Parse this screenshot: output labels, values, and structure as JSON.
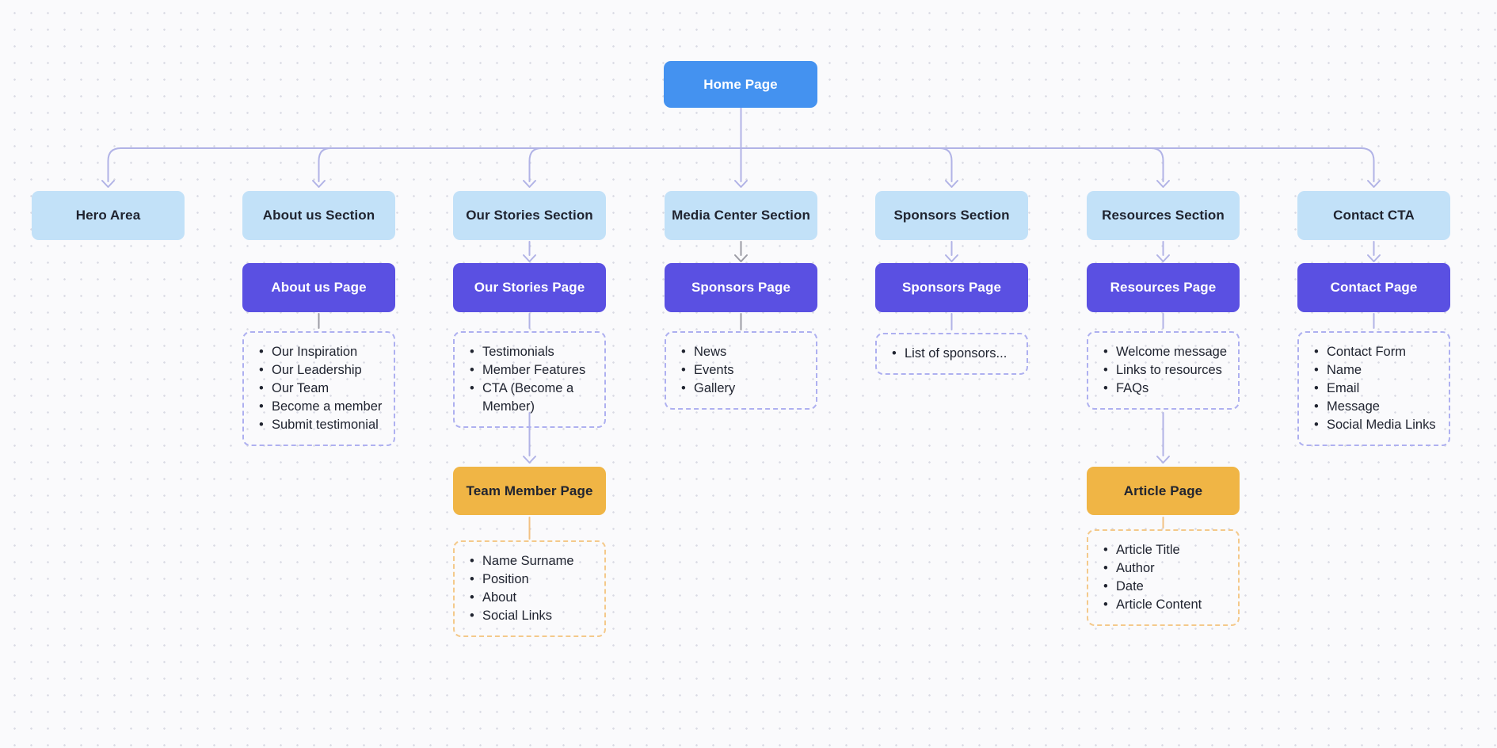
{
  "diagram": {
    "type": "sitemap-flowchart",
    "root": {
      "label": "Home Page"
    },
    "columns": [
      {
        "id": "hero",
        "section": "Hero Area"
      },
      {
        "id": "about",
        "section": "About us Section",
        "page": "About us Page",
        "page_items": [
          "Our Inspiration",
          "Our Leadership",
          "Our Team",
          "Become a member",
          "Submit testimonial"
        ]
      },
      {
        "id": "stories",
        "section": "Our Stories Section",
        "page": "Our Stories Page",
        "page_items": [
          "Testimonials",
          "Member Features",
          "CTA (Become a Member)"
        ],
        "subpage": "Team Member Page",
        "subpage_items": [
          "Name Surname",
          "Position",
          "About",
          "Social Links"
        ]
      },
      {
        "id": "media",
        "section": "Media Center Section",
        "page": "Sponsors Page",
        "page_items": [
          "News",
          "Events",
          "Gallery"
        ]
      },
      {
        "id": "sponsors",
        "section": "Sponsors Section",
        "page": "Sponsors Page",
        "page_items": [
          "List of sponsors..."
        ]
      },
      {
        "id": "resources",
        "section": "Resources Section",
        "page": "Resources Page",
        "page_items": [
          "Welcome message",
          "Links to resources",
          "FAQs"
        ],
        "subpage": "Article Page",
        "subpage_items": [
          "Article Title",
          "Author",
          "Date",
          "Article Content"
        ]
      },
      {
        "id": "contact",
        "section": "Contact CTA",
        "page": "Contact Page",
        "page_items": [
          "Contact Form",
          "Name",
          "Email",
          "Message",
          "Social Media Links"
        ]
      }
    ],
    "colors": {
      "accent_blue": "#4492f0",
      "light_blue": "#c2e1f8",
      "purple": "#5a50e2",
      "orange": "#f0b545",
      "line_purple": "#b1b3e6",
      "line_gray": "#9b9ba4",
      "line_orange": "#f2c183",
      "dashed_purple": "#aeb0f0",
      "dashed_orange": "#f4c98b",
      "text_dark": "#202430",
      "text_light": "#ffffff",
      "bg": "#fafafc",
      "dot": "#d9dae4"
    }
  }
}
